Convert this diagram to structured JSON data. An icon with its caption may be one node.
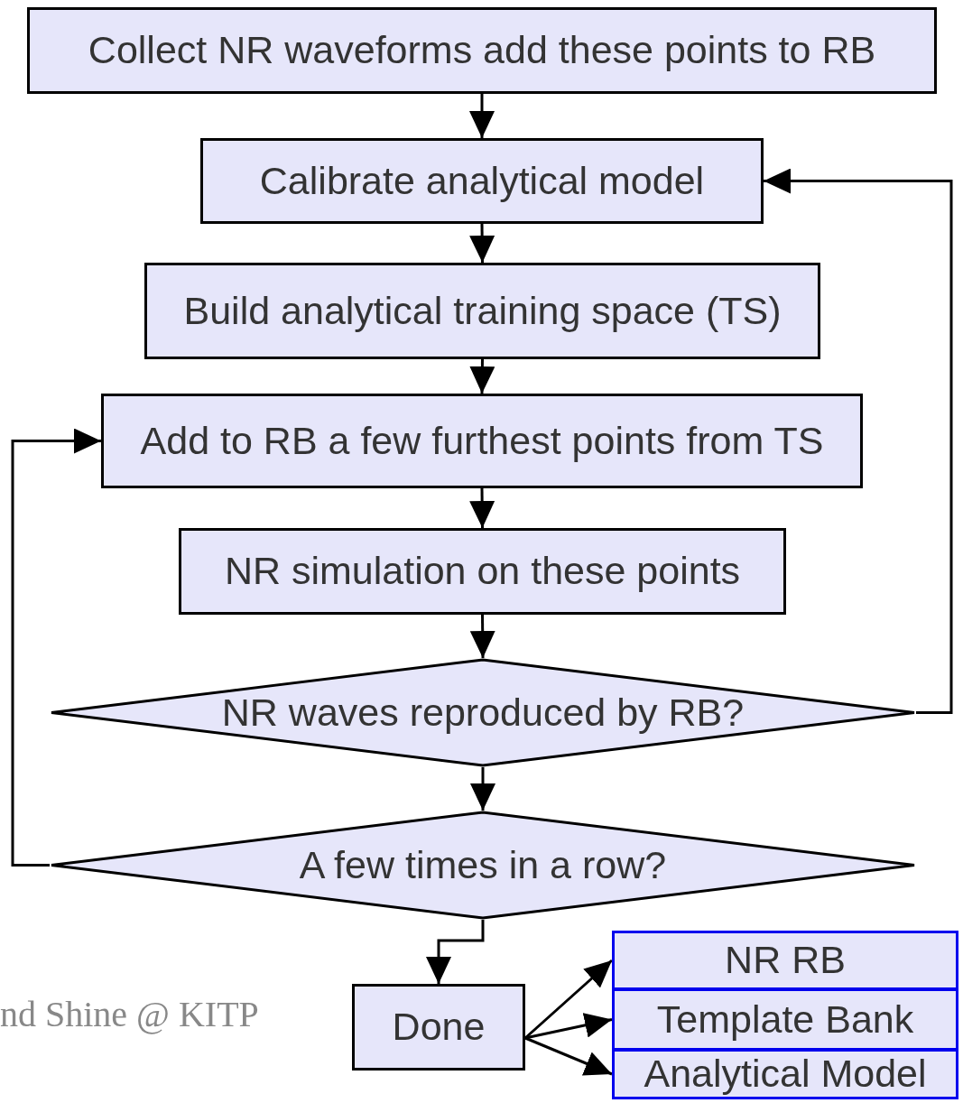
{
  "diagram": {
    "nodes": [
      {
        "text": [
          "Collect NR waveforms add these points to RB"
        ]
      },
      {
        "text": [
          "Calibrate analytical model"
        ]
      },
      {
        "text": [
          "Build analytical training space (TS)"
        ]
      },
      {
        "text": [
          "Add to RB a few furthest points from TS"
        ]
      },
      {
        "text": [
          "NR simulation on these points"
        ]
      },
      {
        "text": [
          "NR waves reproduced by RB?"
        ]
      },
      {
        "text": [
          "A few times in a row?"
        ]
      },
      {
        "text": [
          "Done"
        ]
      },
      {
        "text": [
          "NR RB"
        ]
      },
      {
        "text": [
          "Template Bank"
        ]
      },
      {
        "text": [
          "Analytical Model"
        ]
      }
    ],
    "edges": [
      {
        "from": 0,
        "to": 1,
        "arrow": "to"
      },
      {
        "from": 1,
        "to": 2,
        "arrow": "to"
      },
      {
        "from": 2,
        "to": 3,
        "arrow": "to"
      },
      {
        "from": 3,
        "to": 4,
        "arrow": "to"
      },
      {
        "from": 4,
        "to": 5,
        "arrow": "to"
      },
      {
        "from": 5,
        "to": 6,
        "arrow": "to"
      },
      {
        "from": 5,
        "to": 1,
        "arrow": "to"
      },
      {
        "from": 6,
        "to": 3,
        "arrow": "to"
      },
      {
        "from": 6,
        "to": 7,
        "arrow": "to"
      },
      {
        "from": 7,
        "to": 8,
        "arrow": "to"
      },
      {
        "from": 7,
        "to": 9,
        "arrow": "to"
      },
      {
        "from": 7,
        "to": 10,
        "arrow": "to"
      }
    ],
    "labels": [
      "nd Shine @ KITP"
    ]
  }
}
